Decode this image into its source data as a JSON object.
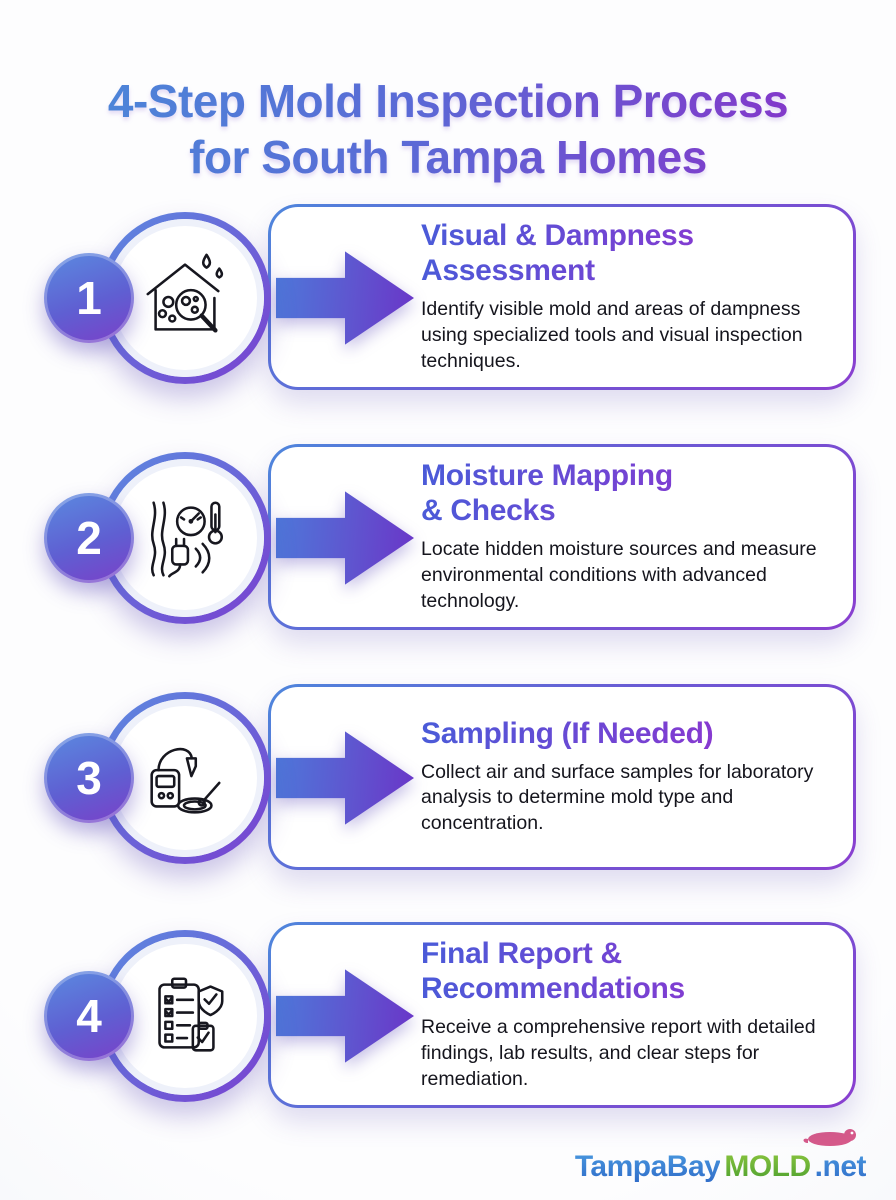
{
  "title": {
    "text": "4-Step Mold Inspection Process\nfor South Tampa Homes"
  },
  "steps": [
    {
      "number": "1",
      "icon": "house-mold-magnifier-icon",
      "title": "Visual & Dampness\nAssessment",
      "description": "Identify visible mold and areas of dampness using specialized tools and visual inspection techniques."
    },
    {
      "number": "2",
      "icon": "moisture-meter-icon",
      "title": "Moisture Mapping\n& Checks",
      "description": "Locate hidden moisture sources and measure environmental conditions with advanced technology."
    },
    {
      "number": "3",
      "icon": "air-sampling-pump-icon",
      "title": "Sampling (If Needed)",
      "description": "Collect air and surface samples for laboratory analysis to determine mold type and concentration."
    },
    {
      "number": "4",
      "icon": "report-checklist-icon",
      "title": "Final Report &\nRecommendations",
      "description": "Receive a comprehensive report with detailed findings, lab results, and clear steps for remediation."
    }
  ],
  "footer": {
    "brand_tampabay": "TampaBay",
    "brand_mold": "MOLD",
    "brand_net": ".net"
  },
  "colors": {
    "title_gradient_start": "#4a8ad8",
    "title_gradient_end": "#8a2fc8",
    "step_title_gradient_start": "#4a5bd8",
    "step_title_gradient_end": "#a32ccc",
    "accent_blue": "#4d79da",
    "accent_purple": "#6a35c8",
    "brand_green": "#5fae3a",
    "brand_blue": "#2f6bc8",
    "body_text": "#15151d"
  }
}
